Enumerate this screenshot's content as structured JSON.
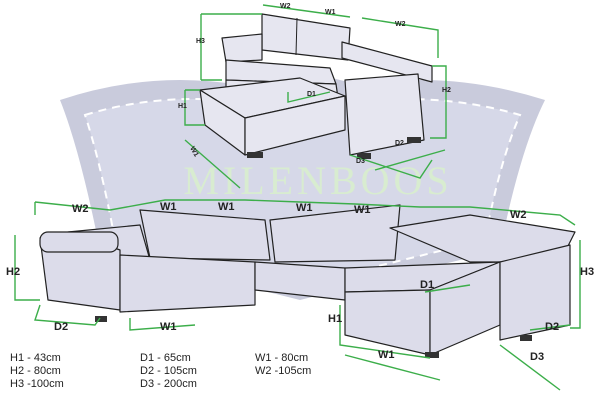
{
  "watermark": "MILENBOOS",
  "top_sofa_labels": {
    "w2_left": "W2",
    "w1": "W1",
    "w2_right": "W2",
    "h3": "H3",
    "h2": "H2",
    "h1": "H1",
    "d1": "D1",
    "d2": "D2",
    "d3": "D3",
    "w1_side": "W1"
  },
  "corner_sofa_labels": {
    "w2_left": "W2",
    "w1_a": "W1",
    "w1_b": "W1",
    "w1_c": "W1",
    "w1_d": "W1",
    "w2_right": "W2",
    "h2": "H2",
    "d2_left": "D2",
    "w1_bottom": "W1",
    "h3": "H3",
    "d1": "D1",
    "h1": "H1",
    "w1_chaise": "W1",
    "d2_right": "D2",
    "d3": "D3"
  },
  "legend": [
    "H1 - 43cm",
    "D1 -  65cm",
    "W1 - 80cm",
    "H2 - 80cm",
    "D2 - 105cm",
    "W2 -105cm",
    "H3 -100cm",
    "D3 - 200cm"
  ],
  "colors": {
    "dimension": "#3cae4a",
    "watermark_shield": "#c9cbdc",
    "watermark_text": "#d8ecd0"
  }
}
